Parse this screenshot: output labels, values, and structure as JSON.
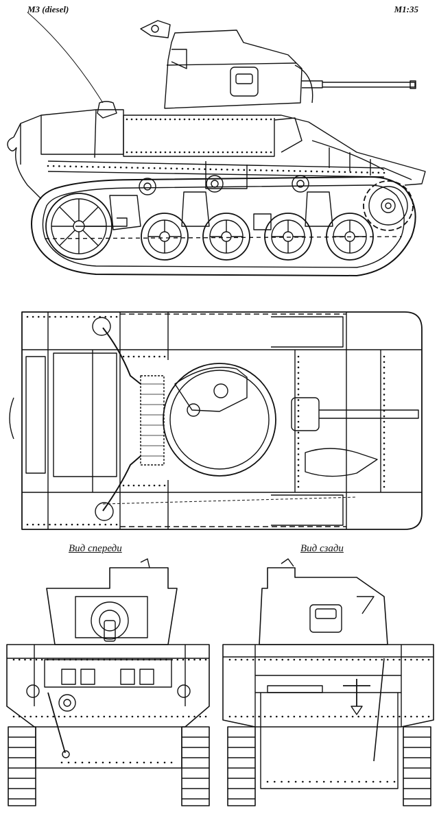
{
  "header": {
    "model": "M3 (diesel)",
    "scale": "M1:35"
  },
  "views": {
    "front_caption": "Вид спереди",
    "rear_caption": "Вид сзади"
  },
  "colors": {
    "ink": "#111111",
    "paper": "#ffffff"
  }
}
